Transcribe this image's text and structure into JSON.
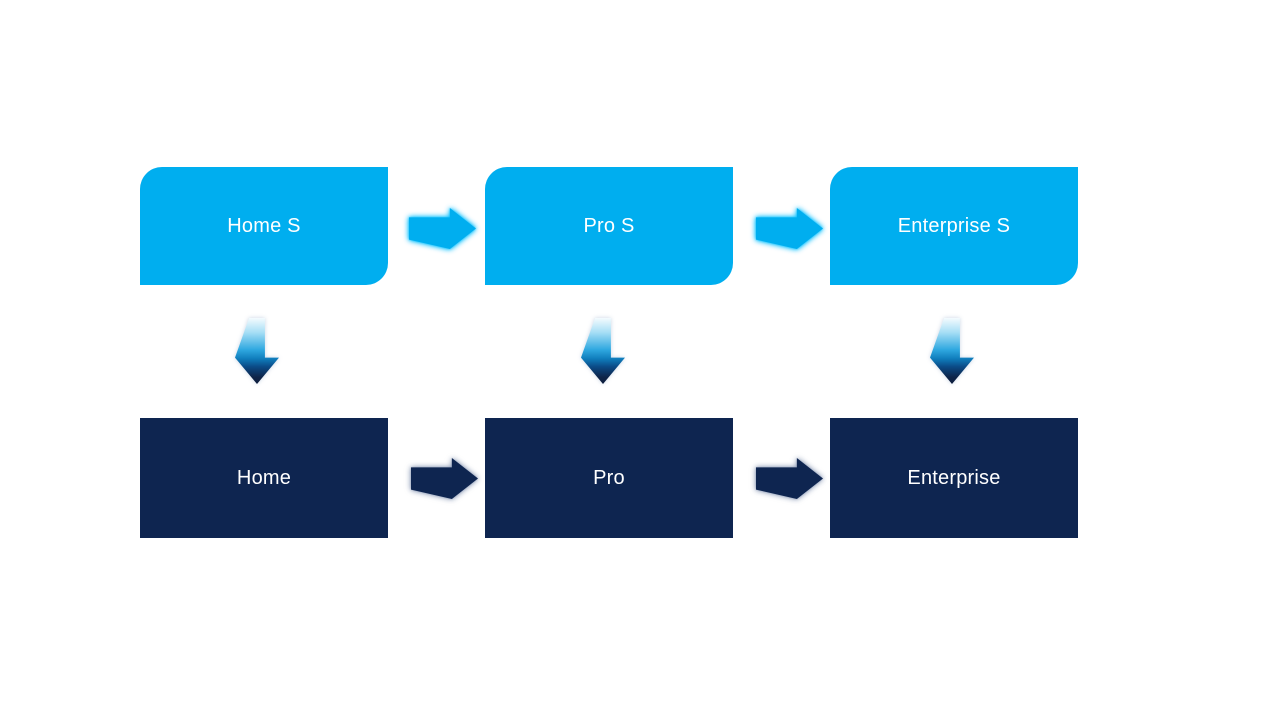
{
  "diagram": {
    "top_row": {
      "labels": [
        "Home S",
        "Pro S",
        "Enterprise S"
      ]
    },
    "bottom_row": {
      "labels": [
        "Home",
        "Pro",
        "Enterprise"
      ]
    },
    "colors": {
      "slide_bg": "#FFFFFF",
      "top_box": "#00AEEF",
      "bottom_box": "#0E2550",
      "label_text": "#FFFFFF",
      "down_arrow_top": "#F4FBFE",
      "down_arrow_mid": "#2FA8E0",
      "down_arrow_bottom": "#0D1C3C"
    }
  }
}
